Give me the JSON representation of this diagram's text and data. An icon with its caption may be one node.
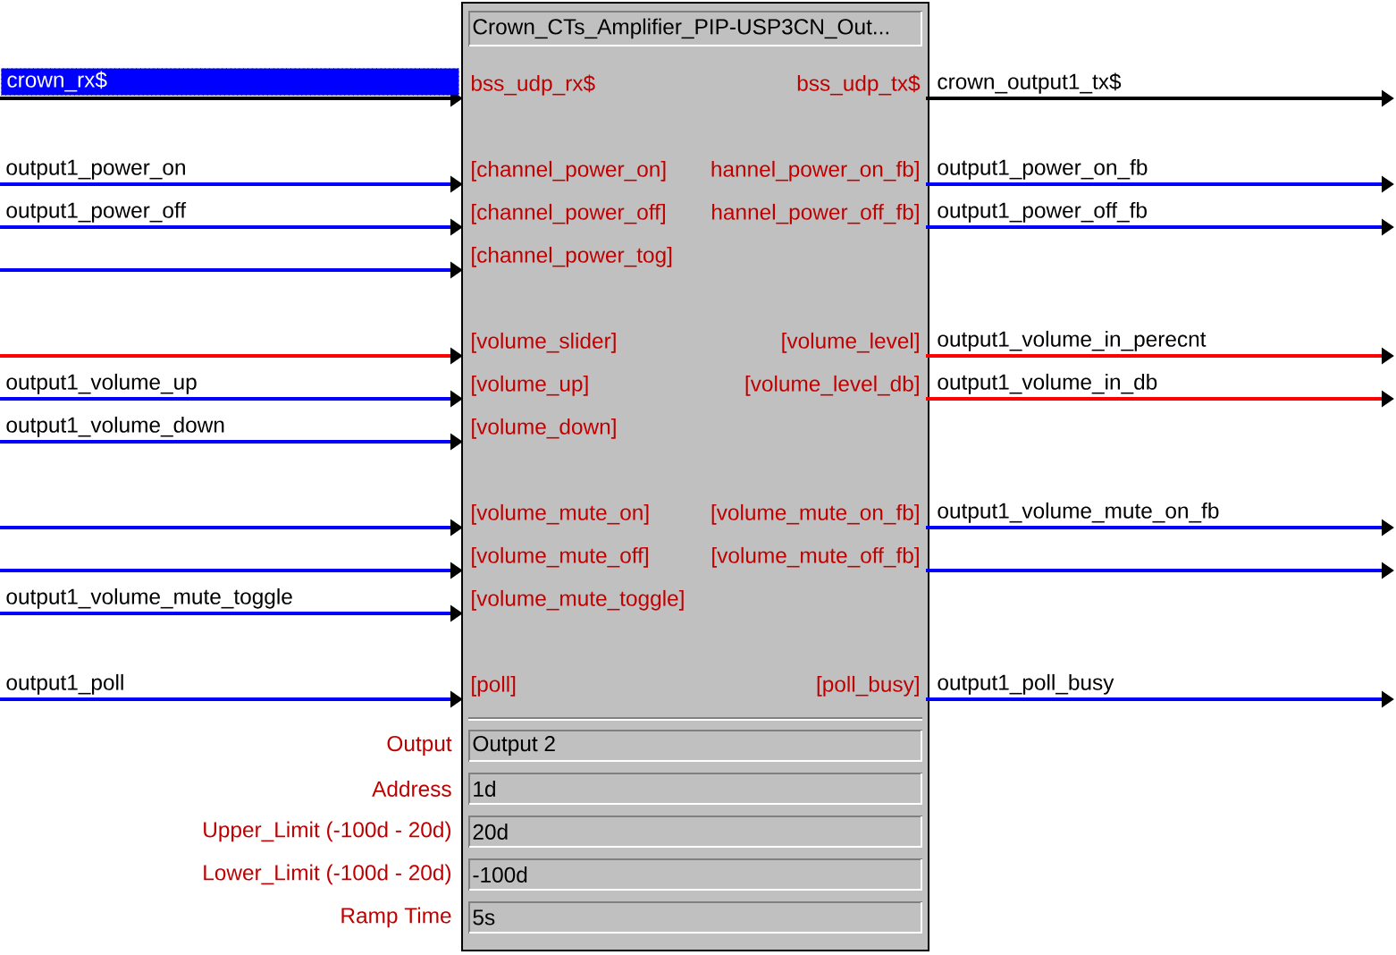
{
  "diagram": {
    "nodes": [
      {
        "text": [
          "Crown_CTs_Amplifier_PIP-USP3CN_Out..."
        ]
      },
      {
        "text": [
          "bss_udp_rx$"
        ],
        "in": 0
      },
      {
        "text": [
          "bss_udp_tx$"
        ],
        "in": 0
      },
      {
        "text": [
          "[channel_power_on]"
        ],
        "in": 0
      },
      {
        "text": [
          "hannel_power_on_fb]"
        ],
        "in": 0
      },
      {
        "text": [
          "[channel_power_off]"
        ],
        "in": 0
      },
      {
        "text": [
          "hannel_power_off_fb]"
        ],
        "in": 0
      },
      {
        "text": [
          "[channel_power_tog]"
        ],
        "in": 0
      },
      {
        "text": [
          "[volume_slider]"
        ],
        "in": 0
      },
      {
        "text": [
          "[volume_level]"
        ],
        "in": 0
      },
      {
        "text": [
          "[volume_up]"
        ],
        "in": 0
      },
      {
        "text": [
          "[volume_level_db]"
        ],
        "in": 0
      },
      {
        "text": [
          "[volume_down]"
        ],
        "in": 0
      },
      {
        "text": [
          "[volume_mute_on]"
        ],
        "in": 0
      },
      {
        "text": [
          "[volume_mute_on_fb]"
        ],
        "in": 0
      },
      {
        "text": [
          "[volume_mute_off]"
        ],
        "in": 0
      },
      {
        "text": [
          "[volume_mute_off_fb]"
        ],
        "in": 0
      },
      {
        "text": [
          "[volume_mute_toggle]"
        ],
        "in": 0
      },
      {
        "text": [
          "[poll]"
        ],
        "in": 0
      },
      {
        "text": [
          "[poll_busy]"
        ],
        "in": 0
      },
      {
        "text": [
          "Output 2"
        ],
        "beside": [
          "Output"
        ],
        "in": 0
      },
      {
        "text": [
          "1d"
        ],
        "beside": [
          "Address"
        ],
        "in": 0
      },
      {
        "text": [
          "20d"
        ],
        "beside": [
          "Upper_Limit (-100d - 20d)"
        ],
        "in": 0
      },
      {
        "text": [
          "-100d"
        ],
        "beside": [
          "Lower_Limit (-100d - 20d)"
        ],
        "in": 0
      },
      {
        "text": [
          "5s"
        ],
        "beside": [
          "Ramp Time"
        ],
        "in": 0
      }
    ],
    "edges": [
      {
        "from": null,
        "to": 1,
        "arrow": "to",
        "label": "crown_rx$",
        "color": "#000000"
      },
      {
        "from": 2,
        "to": null,
        "arrow": "to",
        "label": "crown_output1_tx$",
        "color": "#000000"
      },
      {
        "from": null,
        "to": 3,
        "arrow": "to",
        "label": "output1_power_on"
      },
      {
        "from": 4,
        "to": null,
        "arrow": "to",
        "label": "output1_power_on_fb"
      },
      {
        "from": null,
        "to": 5,
        "arrow": "to",
        "label": "output1_power_off"
      },
      {
        "from": 6,
        "to": null,
        "arrow": "to",
        "label": "output1_power_off_fb"
      },
      {
        "from": null,
        "to": 7,
        "arrow": "to"
      },
      {
        "from": null,
        "to": 8,
        "arrow": "to",
        "color": "#ff0000"
      },
      {
        "from": 9,
        "to": null,
        "arrow": "to",
        "label": "output1_volume_in_perecnt",
        "color": "#ff0000"
      },
      {
        "from": null,
        "to": 10,
        "arrow": "to",
        "label": "output1_volume_up"
      },
      {
        "from": 11,
        "to": null,
        "arrow": "to",
        "label": "output1_volume_in_db",
        "color": "#ff0000"
      },
      {
        "from": null,
        "to": 12,
        "arrow": "to",
        "label": "output1_volume_down"
      },
      {
        "from": null,
        "to": 13,
        "arrow": "to"
      },
      {
        "from": 14,
        "to": null,
        "arrow": "to",
        "label": "output1_volume_mute_on_fb"
      },
      {
        "from": null,
        "to": 15,
        "arrow": "to"
      },
      {
        "from": 16,
        "to": null,
        "arrow": "to"
      },
      {
        "from": null,
        "to": 17,
        "arrow": "to",
        "label": "output1_volume_mute_toggle"
      },
      {
        "from": null,
        "to": 18,
        "arrow": "to",
        "label": "output1_poll"
      },
      {
        "from": 19,
        "to": null,
        "arrow": "to",
        "label": "output1_poll_busy"
      }
    ]
  }
}
